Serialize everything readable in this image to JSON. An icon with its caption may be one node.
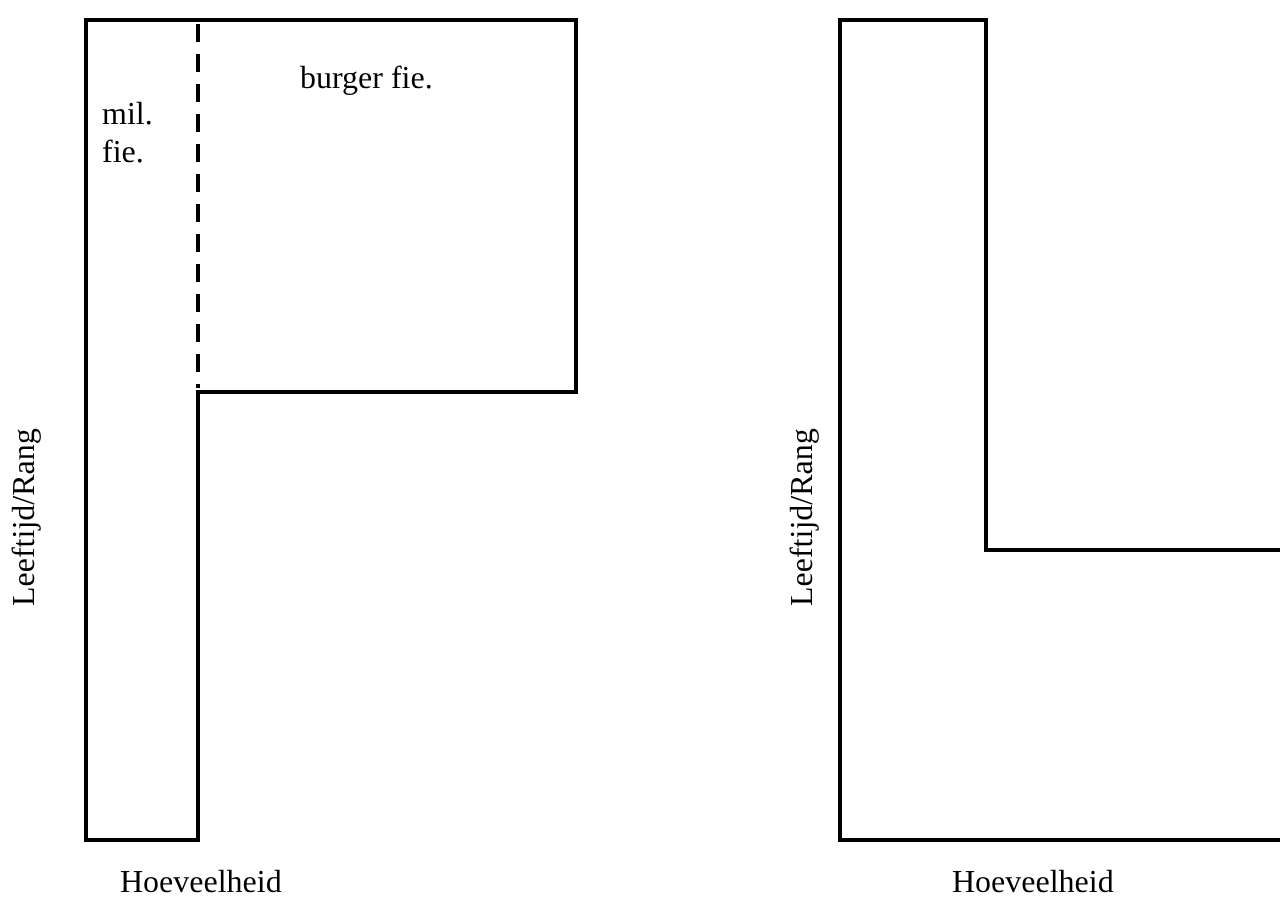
{
  "diagram": {
    "labels": [
      "mil. fie.",
      "burger fie.",
      "Leeftijd/Rang",
      "Hoeveelheid",
      "Leeftijd/Rang",
      "Hoeveelheid"
    ]
  }
}
